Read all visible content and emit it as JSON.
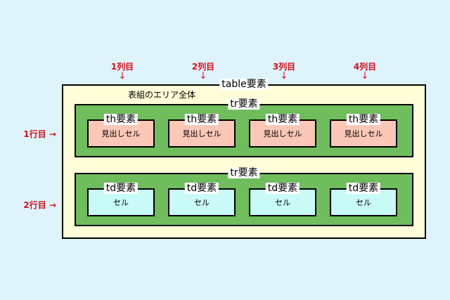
{
  "columns": [
    "1列目",
    "2列目",
    "3列目",
    "4列目"
  ],
  "rows": [
    "1行目",
    "2行目"
  ],
  "arrow_down": "↓",
  "arrow_right": "→",
  "table": {
    "label": "table要素",
    "area_label": "表組のエリア全体"
  },
  "tr_label": "tr要素",
  "header_row": {
    "cells": [
      {
        "tag": "th要素",
        "text": "見出しセル"
      },
      {
        "tag": "th要素",
        "text": "見出しセル"
      },
      {
        "tag": "th要素",
        "text": "見出しセル"
      },
      {
        "tag": "th要素",
        "text": "見出しセル"
      }
    ]
  },
  "data_row": {
    "cells": [
      {
        "tag": "td要素",
        "text": "セル"
      },
      {
        "tag": "td要素",
        "text": "セル"
      },
      {
        "tag": "td要素",
        "text": "セル"
      },
      {
        "tag": "td要素",
        "text": "セル"
      }
    ]
  },
  "colors": {
    "background": "#dff3fd",
    "table_fill": "#fffed8",
    "tr_fill": "#6fbd5d",
    "th_fill": "#fbc7b6",
    "td_fill": "#c8fbf7",
    "annotation": "#d0121b"
  }
}
